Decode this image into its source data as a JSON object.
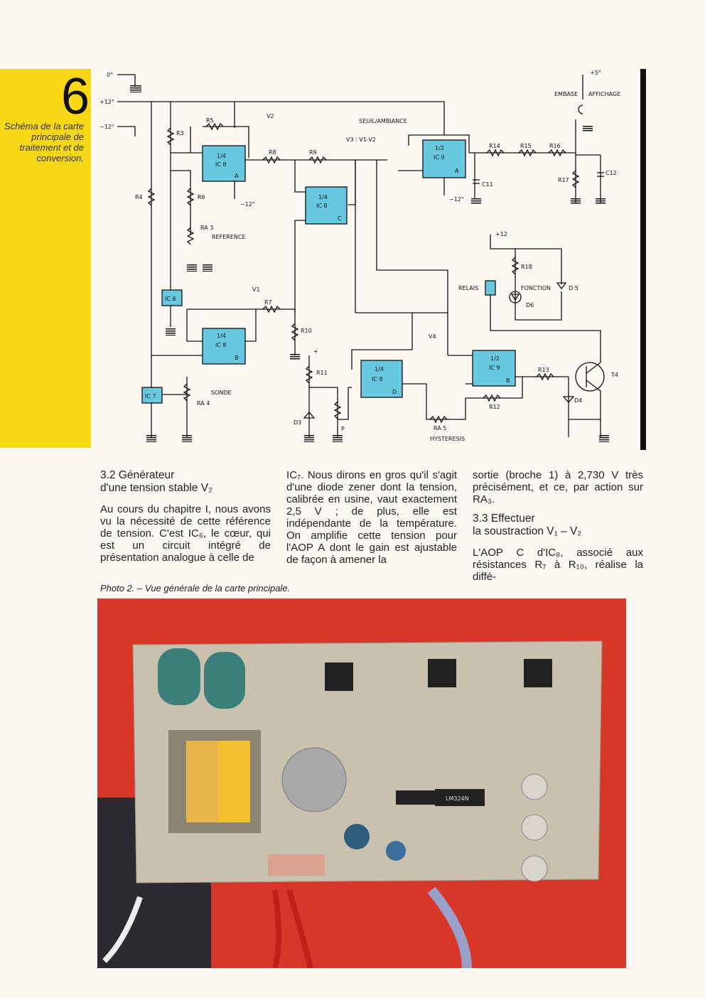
{
  "figure": {
    "number": "6",
    "caption": "Schéma de la carte principale de traitement et de conversion."
  },
  "schematic": {
    "labels": {
      "zero": "0°",
      "plus12": "+12°",
      "minus12": "−12°",
      "v2": "V2",
      "r5": "R5",
      "r3": "R3",
      "r4": "R4",
      "r6": "R6",
      "ra3": "RA 3",
      "reference": "REFERENCE",
      "ic8a_part": "1/4",
      "ic8a_name": "IC 8",
      "ic8a_unit": "A",
      "minus12b": "−12°",
      "r8": "R8",
      "r9": "R9",
      "ic8c_part": "1/4",
      "ic8c_name": "IC 8",
      "ic8c_unit": "C",
      "seuil": "SEUIL/AMBIANCE",
      "v3": "V3 : V1-V2",
      "ic9a_part": "1/2",
      "ic9a_name": "IC 9",
      "ic9a_unit": "A",
      "c11": "C11",
      "minus12c": "−12°",
      "r14": "R14",
      "r15": "R15",
      "r16": "R16",
      "r17": "R17",
      "c12": "C12",
      "embase": "EMBASE",
      "affichage": "AFFICHAGE",
      "plus5": "+5°",
      "ic6": "IC 6",
      "v1": "V1",
      "r7": "R7",
      "r10": "R10",
      "ic8b_part": "1/4",
      "ic8b_name": "IC 8",
      "ic8b_unit": "B",
      "ic7": "IC 7",
      "sonde": "SONDE",
      "ra4": "RA 4",
      "r11": "R11",
      "d3": "D3",
      "p": "P",
      "ic8d_part": "1/4",
      "ic8d_name": "IC 8",
      "ic8d_unit": "D",
      "ra5": "RA 5",
      "hysteresis": "HYSTERESIS",
      "v4": "V4",
      "ic9b_part": "1/2",
      "ic9b_name": "IC 9",
      "ic9b_unit": "B",
      "r12": "R12",
      "r13": "R13",
      "d4": "D4",
      "t4": "T4",
      "plus12d": "+12",
      "relais": "RELAIS",
      "r18": "R18",
      "fonction": "FONCTION",
      "d5": "D 5",
      "d6": "D6",
      "plus": "+"
    }
  },
  "article": {
    "section1_title_a": "3.2  Générateur",
    "section1_title_b": "d'une tension stable V₂",
    "col1_p1": "Au cours du chapitre I, nous avons vu la nécessité de cette référence de tension. C'est IC₆, le cœur, qui est un circuit intégré de présentation analogue à celle de",
    "col2_p1": "IC₇. Nous dirons en gros qu'il s'agit d'une diode zener dont la tension, calibrée en usine, vaut exactement 2,5 V ; de plus, elle est indépendante de la température. On amplifie cette tension pour l'AOP A dont le gain est ajustable de façon à amener la",
    "col3_p1": "sortie (broche 1) à 2,730 V très précisément, et ce, par action sur RA₃.",
    "section2_title_a": "3.3  Effectuer",
    "section2_title_b": "la soustraction V₁ – V₂",
    "col3_p2": "L'AOP C d'IC₈, associé aux résistances R₇ à R₁₀, réalise la diffé-"
  },
  "photo": {
    "caption": "Photo 2. – Vue générale de la carte principale.",
    "chip1": "LM324N",
    "colors": {
      "background": "#d8362a",
      "board": "#c9c1ae",
      "ic": "#67c8e0"
    }
  }
}
